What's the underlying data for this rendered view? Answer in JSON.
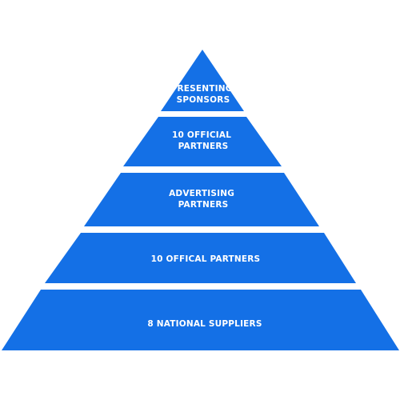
{
  "colors": {
    "tier_fill": "#1470E6",
    "label_text": "#ffffff",
    "background": "#ffffff"
  },
  "tiers": [
    {
      "lines": [
        "PRESENTING",
        "SPONSORS"
      ]
    },
    {
      "lines": [
        "10 OFFICIAL",
        "PARTNERS"
      ]
    },
    {
      "lines": [
        "ADVERTISING",
        "PARTNERS"
      ]
    },
    {
      "lines": [
        "10 OFFICAL PARTNERS"
      ]
    },
    {
      "lines": [
        "8 NATIONAL SUPPLIERS"
      ]
    }
  ]
}
